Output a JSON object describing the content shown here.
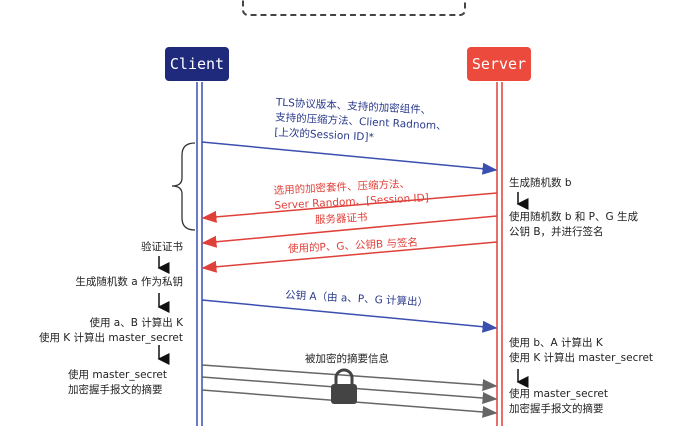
{
  "title": "TLS 1.2 handshake with False Start",
  "client": {
    "label": "Client",
    "color": "#1f2a7c"
  },
  "server": {
    "label": "Server",
    "color": "#ec4a3c"
  },
  "messages": [
    {
      "lines": [
        "TLS协议版本、支持的加密组件、",
        "支持的压缩方法、Client Radnom、",
        "[上次的Session ID]*"
      ]
    },
    {
      "lines": [
        "选用的加密套件、压缩方法、",
        "Server Random、[Session ID]"
      ]
    },
    {
      "lines": [
        "服务器证书"
      ]
    },
    {
      "lines": [
        "使用的P、G、公钥B 与签名"
      ]
    },
    {
      "lines": [
        "公钥 A（由 a、P、G 计算出）"
      ]
    },
    {
      "lines": [
        "被加密的摘要信息"
      ]
    }
  ],
  "client_steps": [
    "验证证书",
    "生成随机数 a 作为私钥",
    "使用 a、B 计算出 K",
    "使用 K 计算出 master_secret",
    "使用 master_secret",
    "加密握手报文的摘要"
  ],
  "server_steps": [
    "生成随机数 b",
    "使用随机数 b 和 P、G 生成",
    "公钥 B，并进行签名",
    "使用 b、A 计算出 K",
    "使用 K 计算出 master_secret",
    "使用 master_secret",
    "加密握手报文的摘要"
  ]
}
